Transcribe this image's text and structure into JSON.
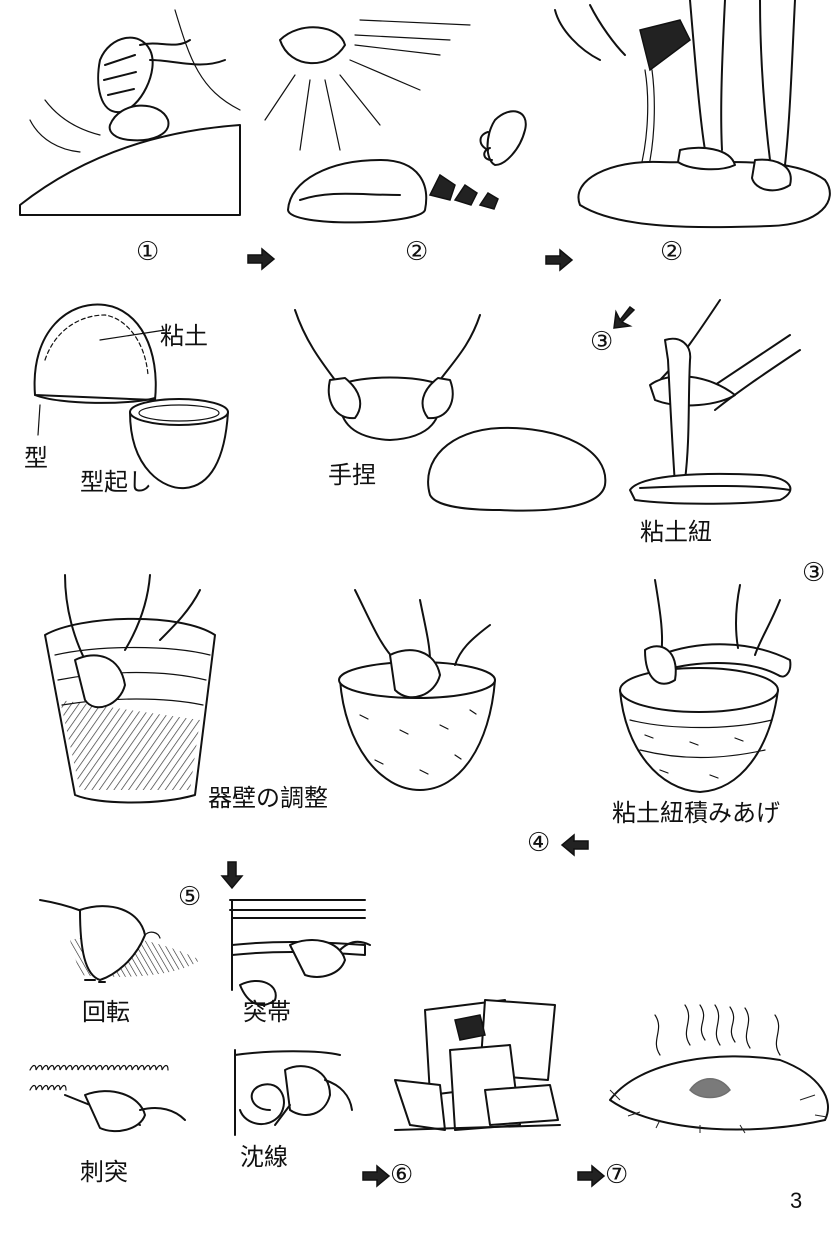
{
  "steps": {
    "s1": "①",
    "s2a": "②",
    "s2b": "②",
    "s3a": "③",
    "s3b": "③",
    "s4": "④",
    "s5": "⑤",
    "s6": "⑥",
    "s7": "⑦"
  },
  "labels": {
    "clay": "粘土",
    "mold": "型",
    "mold_lift": "型起し",
    "hand_pinch": "手捏",
    "clay_coil": "粘土紐",
    "wall_adjust": "器壁の調整",
    "coil_stacking": "粘土紐積みあげ",
    "rotation": "回転",
    "raised_band": "突帯",
    "stab": "刺突",
    "incised_line": "沈線"
  },
  "page_number": "3",
  "arrow_glyph": "➡"
}
